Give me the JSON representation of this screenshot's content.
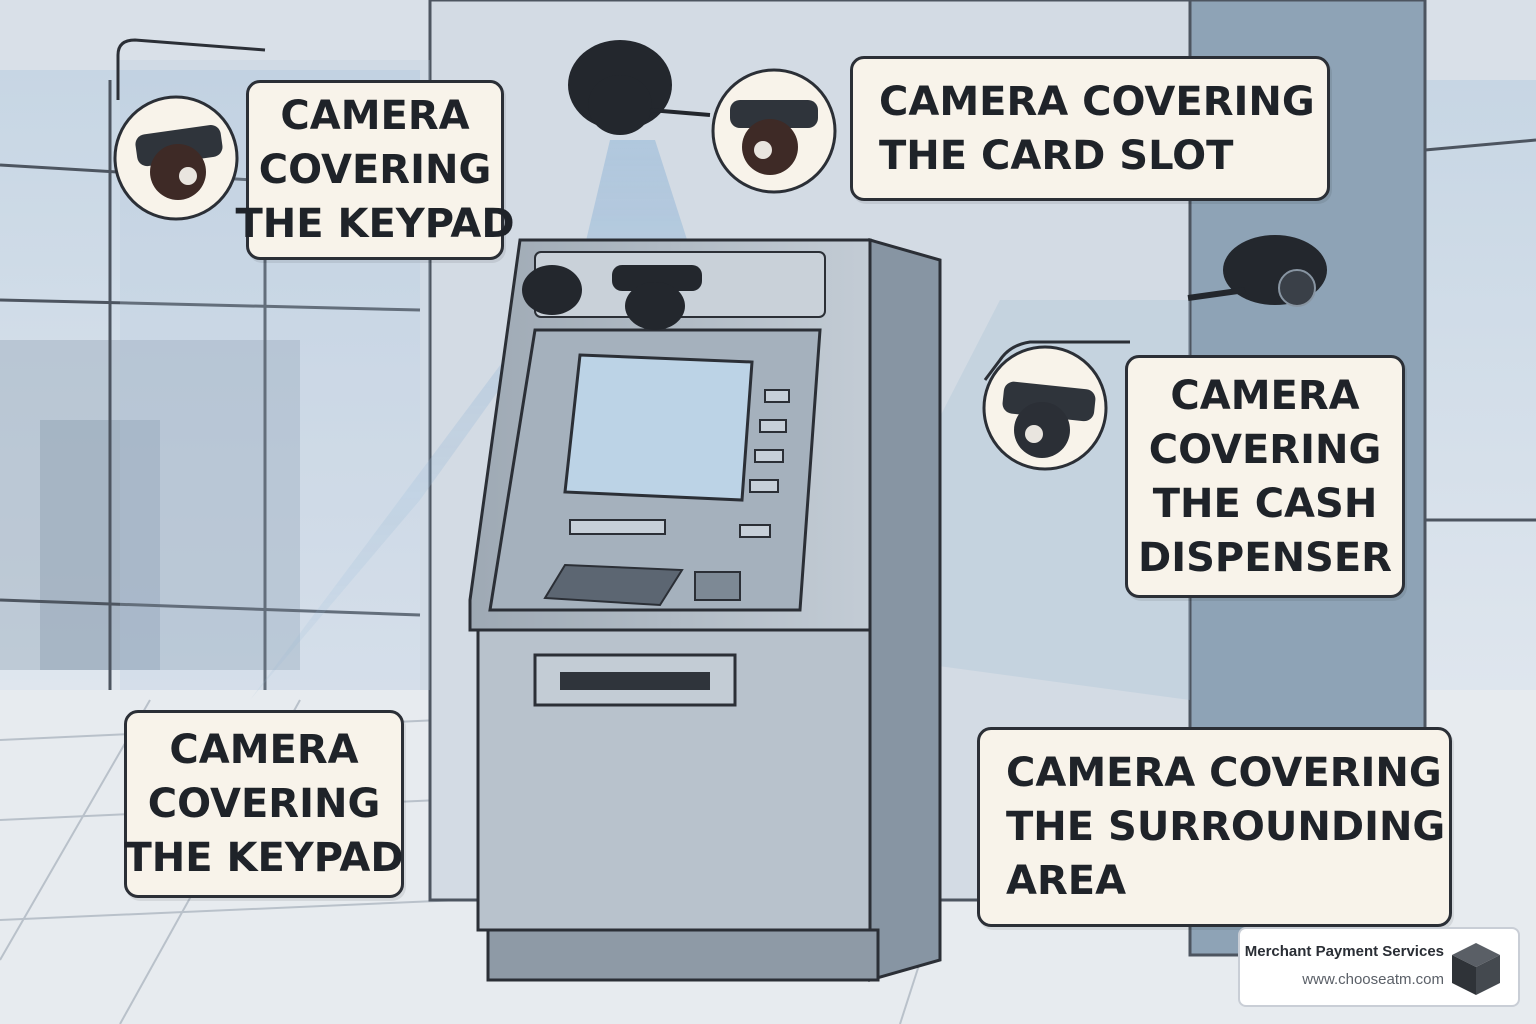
{
  "callouts": {
    "keypad_top": [
      "Camera",
      "Covering",
      "the Keypad"
    ],
    "card_slot": [
      "Camera Covering",
      "the Card Slot"
    ],
    "cash_dispenser": [
      "Camera",
      "Covering",
      "the Cash",
      "Dispenser"
    ],
    "keypad_bottom": [
      "Camera",
      "Covering",
      "the Keypad"
    ],
    "surrounding": [
      "Camera Covering",
      "the Surrounding",
      "Area"
    ]
  },
  "branding": {
    "company": "Merchant Payment Services",
    "url": "www.chooseatm.com"
  },
  "colors": {
    "callout_bg": "#f8f3ea",
    "outline": "#2b2f36",
    "camera": "#23272d",
    "beam": "#9fc0dc",
    "wall": "#d9e0e8",
    "pillar": "#8ea3b6",
    "atm_body": "#aeb8c2"
  },
  "icons": [
    "security-camera-icon",
    "cube-logo-icon"
  ]
}
